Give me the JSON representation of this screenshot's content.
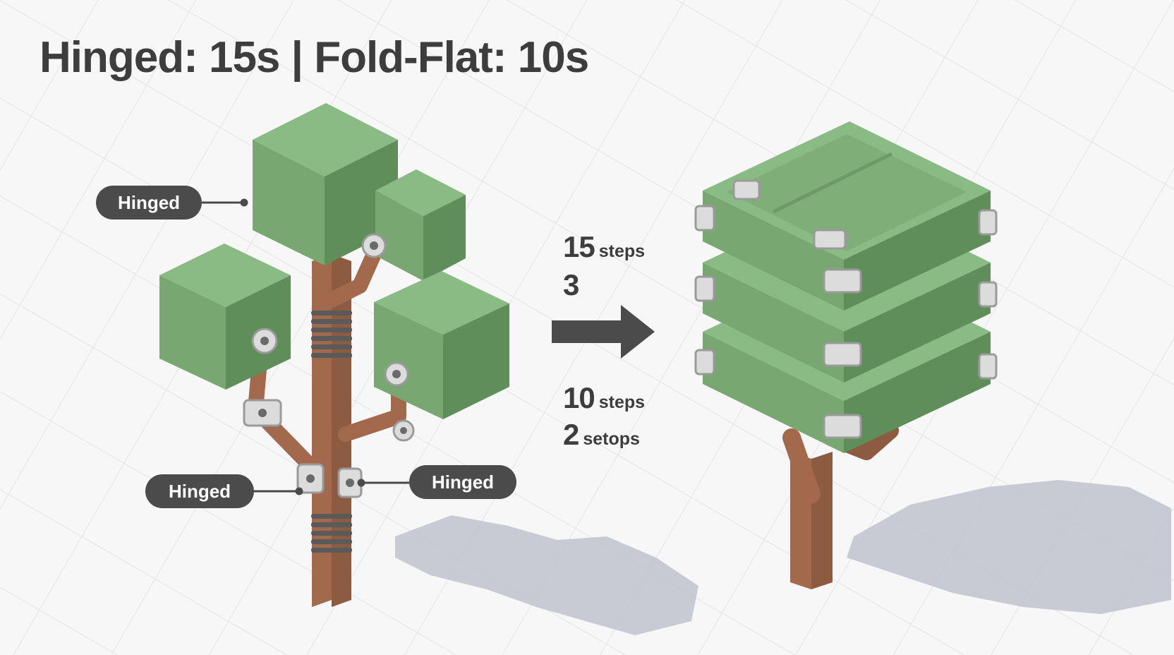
{
  "title": "Hinged: 15s | Fold-Flat: 10s",
  "labels": {
    "hinged_top": "Hinged",
    "hinged_left": "Hinged",
    "hinged_right": "Hinged"
  },
  "steps": {
    "hinged_steps_number": "15",
    "hinged_steps_unit": "steps",
    "hinged_setups_number": "3",
    "foldflat_steps_number": "10",
    "foldflat_steps_unit": "steps",
    "foldflat_setups_number": "2",
    "foldflat_setups_unit": "setops"
  },
  "colors": {
    "background": "#f7f7f8",
    "foliage": "#78a772",
    "trunk": "#a3694c",
    "hinge": "#dcdcdc",
    "label_pill": "#4b4b4b",
    "arrow": "#4b4b4b",
    "shadow": "#b9bcc8"
  }
}
